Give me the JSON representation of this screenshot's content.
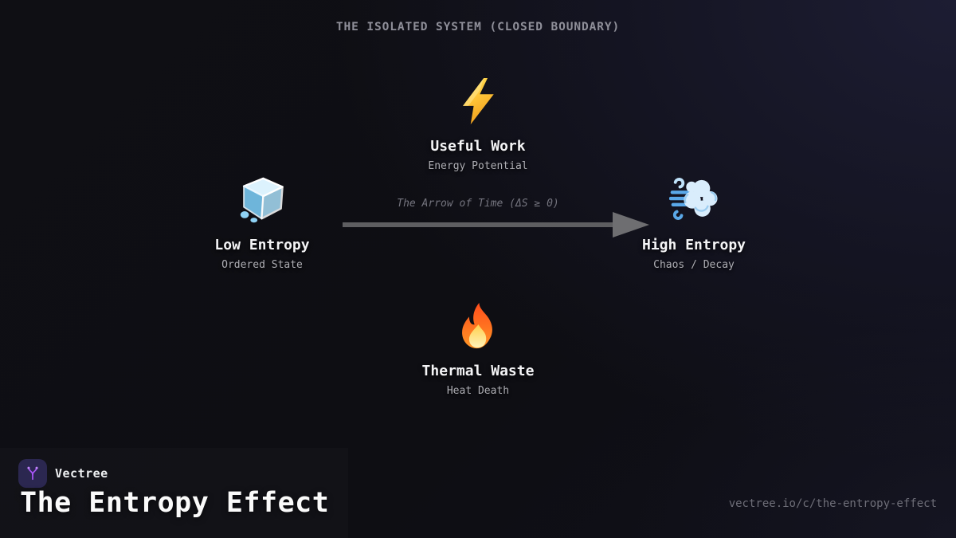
{
  "header": {
    "title": "THE ISOLATED SYSTEM (CLOSED BOUNDARY)"
  },
  "diagram": {
    "top": {
      "icon": "lightning-bolt-emoji",
      "title": "Useful Work",
      "subtitle": "Energy Potential"
    },
    "left": {
      "icon": "ice-cube-emoji",
      "title": "Low Entropy",
      "subtitle": "Ordered State"
    },
    "right": {
      "icon": "wind-dash-emoji",
      "title": "High Entropy",
      "subtitle": "Chaos / Decay"
    },
    "bottom": {
      "icon": "fire-emoji",
      "title": "Thermal Waste",
      "subtitle": "Heat Death"
    },
    "arrow": {
      "label": "The Arrow of Time (ΔS ≥ 0)",
      "direction": "left-to-right"
    }
  },
  "footer": {
    "brand": "Vectree",
    "logo_icon": "vectree-branch-icon",
    "title": "The Entropy Effect",
    "url": "vectree.io/c/the-entropy-effect"
  },
  "colors": {
    "background_dark": "#0e0e13",
    "background_navy_glow": "#1d1d33",
    "text_primary": "#f4f4f6",
    "text_secondary": "#aeaeb4",
    "text_muted": "#75757f",
    "arrow_gray": "#6e6e71",
    "accent_purple": "#a855f7",
    "logo_background": "#2b2750",
    "bolt_yellow": "#ffca28",
    "ice_blue": "#7ec9ef",
    "fire_orange": "#ff5722"
  }
}
